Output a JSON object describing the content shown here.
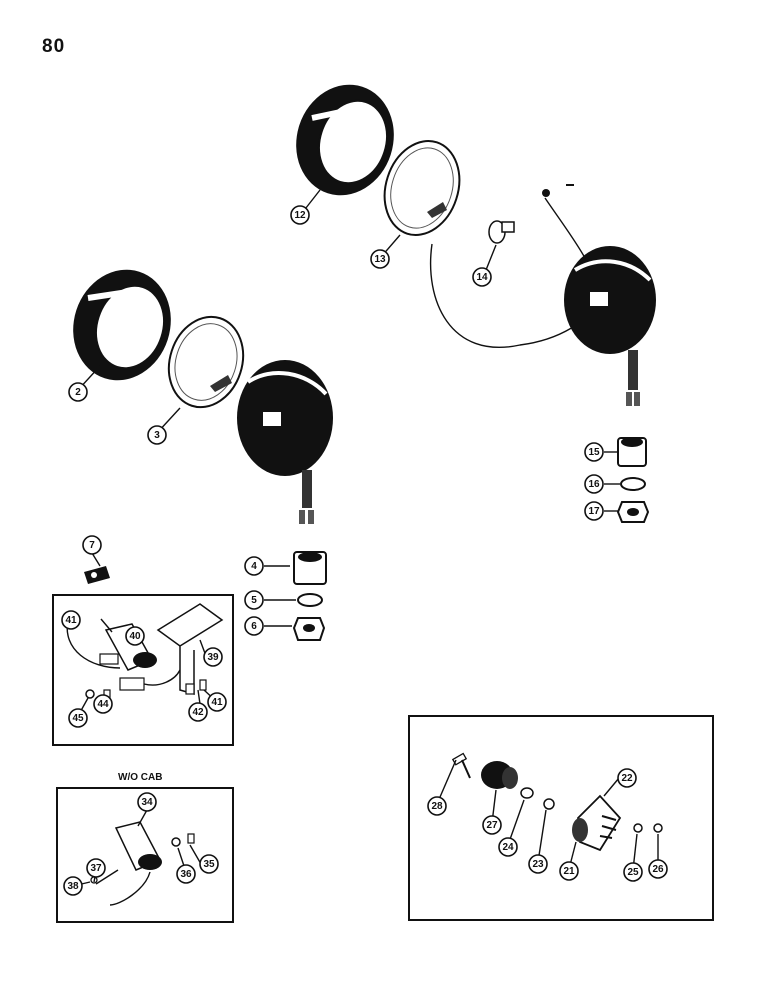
{
  "page": {
    "number": "80"
  },
  "boxes": {
    "wo_cab_label": "W/O CAB"
  },
  "callouts": [
    "2",
    "3",
    "4",
    "5",
    "6",
    "7",
    "12",
    "13",
    "14",
    "15",
    "16",
    "17",
    "21",
    "22",
    "23",
    "24",
    "25",
    "26",
    "27",
    "28",
    "34",
    "35",
    "36",
    "37",
    "38",
    "39",
    "40",
    "41",
    "42",
    "44",
    "45"
  ],
  "colors": {
    "ink": "#111111",
    "paper": "#ffffff"
  }
}
